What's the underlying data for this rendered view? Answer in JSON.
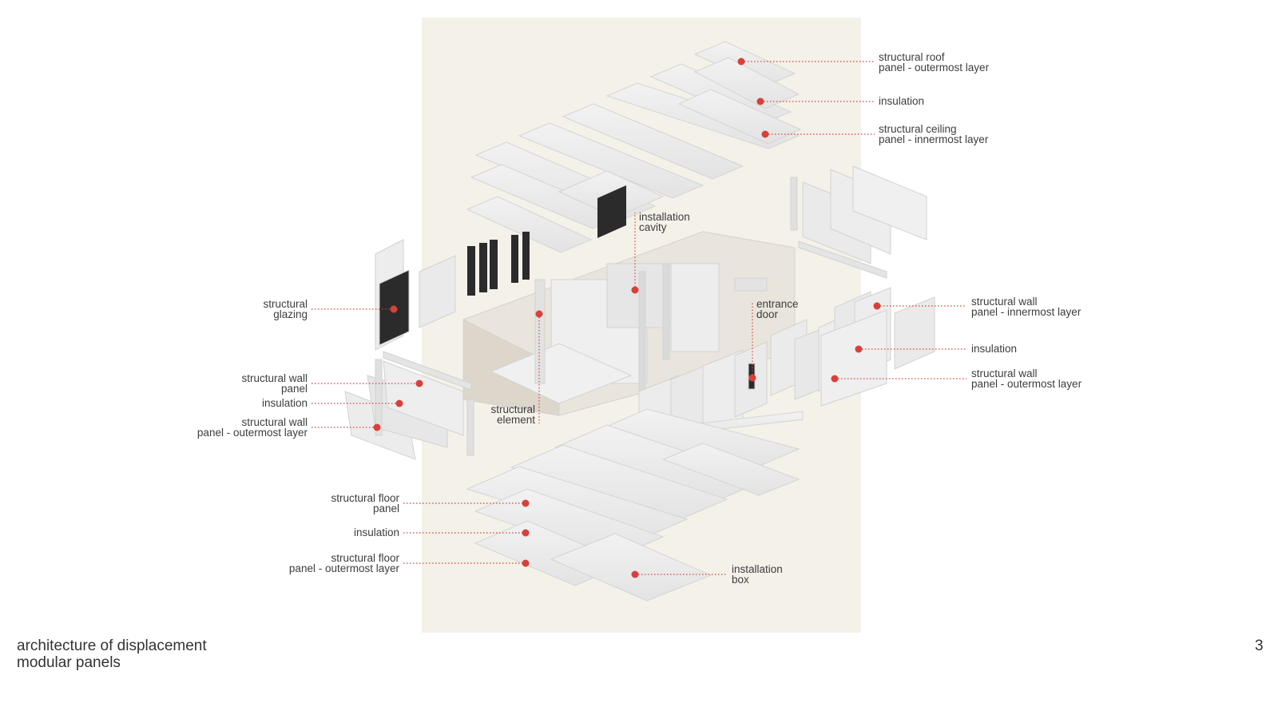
{
  "slide": {
    "title_line1": "architecture of displacement",
    "title_line2": "modular panels",
    "page_number": "3"
  },
  "labels": {
    "roof_outer": [
      "structural roof",
      "panel - outermost layer"
    ],
    "roof_insulation": [
      "insulation"
    ],
    "ceiling_inner": [
      "structural ceiling",
      "panel - innermost layer"
    ],
    "installation_cavity": [
      "installation",
      "cavity"
    ],
    "structural_glazing": [
      "structural",
      "glazing"
    ],
    "structural_element": [
      "structural",
      "element"
    ],
    "entrance_door": [
      "entrance",
      "door"
    ],
    "right_wall_inner": [
      "structural wall",
      "panel - innermost layer"
    ],
    "right_insulation": [
      "insulation"
    ],
    "right_wall_outer": [
      "structural wall",
      "panel - outermost layer"
    ],
    "left_wall_panel": [
      "structural wall",
      "panel"
    ],
    "left_insulation": [
      "insulation"
    ],
    "left_wall_outer": [
      "structural wall",
      "panel - outermost layer"
    ],
    "floor_panel": [
      "structural floor",
      "panel"
    ],
    "floor_insulation": [
      "insulation"
    ],
    "floor_outer": [
      "structural floor",
      "panel - outermost layer"
    ],
    "installation_box": [
      "installation",
      "box"
    ]
  },
  "colors": {
    "accent_red": "#d8413a",
    "plate_beige": "#f4f1e9",
    "panel_face": "#ececec",
    "panel_edge": "#d6d6d6",
    "glazing_dark": "#2b2b2b"
  }
}
